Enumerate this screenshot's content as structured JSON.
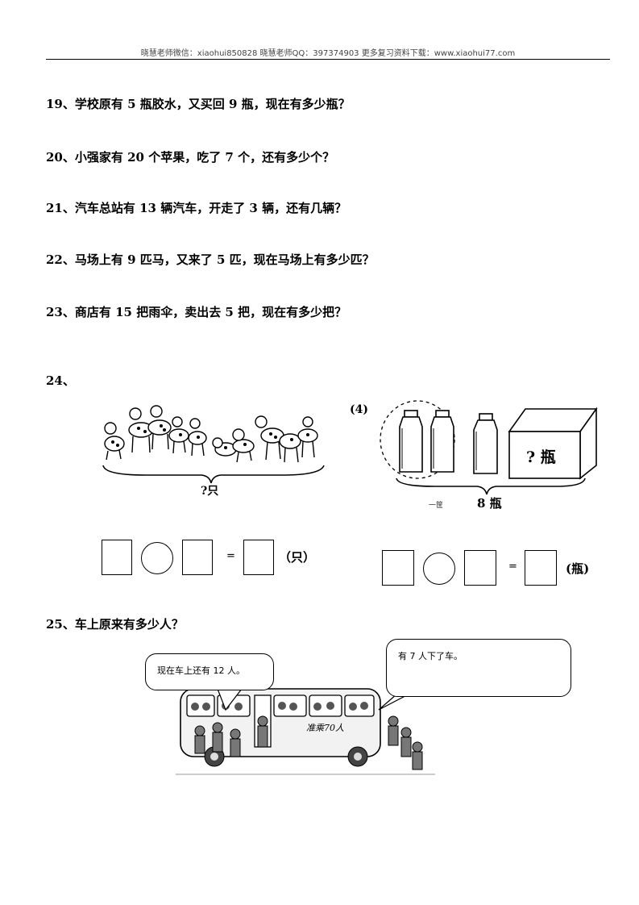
{
  "header": "晓慧老师微信：xiaohui850828 晓慧老师QQ：397374903 更多复习资料下载：www.xiaohui77.com",
  "questions": {
    "q19": "19、学校原有 5 瓶胶水，又买回 9 瓶，现在有多少瓶？",
    "q20": "20、小强家有 20 个苹果，吃了 7 个，还有多少个？",
    "q21": "21、汽车总站有 13 辆汽车，开走了 3 辆，还有几辆？",
    "q22": "22、马场上有 9 匹马，又来了 5 匹，现在马场上有多少匹？",
    "q23": "23、商店有 15 把雨伞，卖出去 5 把，现在有多少把？",
    "q24": "24、",
    "q25": "25、车上原来有多少人？"
  },
  "deer_problem": {
    "total_label": "?只",
    "equals": "=",
    "unit": "（只）"
  },
  "bottle_problem": {
    "index_label": "(4)",
    "box_label": "? 瓶",
    "small_label": "一筐",
    "total_label": "8 瓶",
    "equals": "=",
    "unit": "(瓶)"
  },
  "bus_problem": {
    "bubble_left": "现在车上还有 12 人。",
    "bubble_right": "有 7 人下了车。",
    "bus_sign": "准乘70人"
  }
}
